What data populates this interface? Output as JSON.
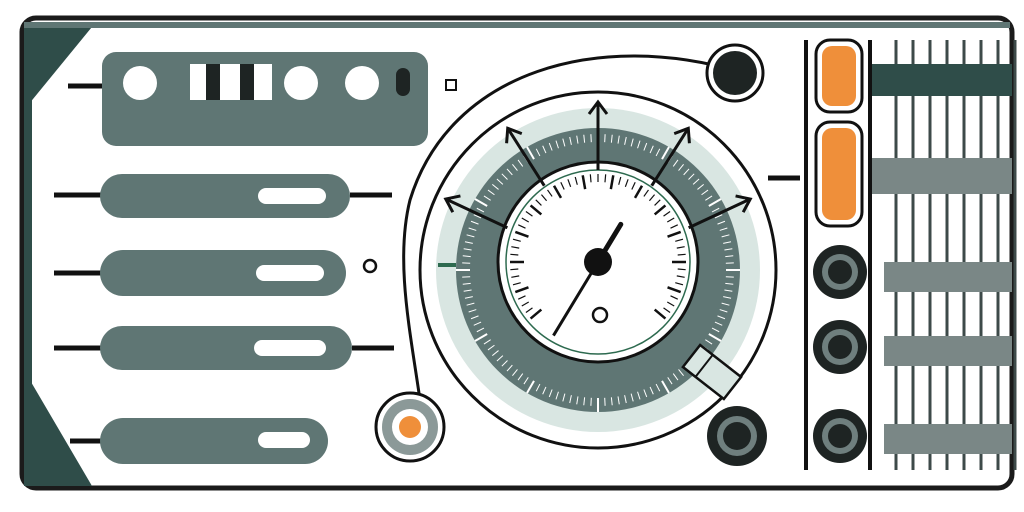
{
  "illustration": {
    "subject": "control-panel-with-pressure-gauge",
    "colors": {
      "panel_slate": "#5f7674",
      "panel_dark_teal": "#2f4d49",
      "frame_outline": "#1b1b1b",
      "gauge_ring_light": "#d9e6e2",
      "gauge_ring_mid": "#a9c1bb",
      "gauge_face": "#ffffff",
      "gauge_needle": "#111111",
      "accent_orange": "#ef8f3a",
      "knob_dark": "#1e2423",
      "knob_ring": "#6f7f7e",
      "bar_grey": "#7a8786",
      "background": "#ffffff"
    },
    "left_panel": {
      "top_module_indicators": 4,
      "slider_rows": 4
    },
    "gauge": {
      "needle_reading_fraction": 0.62,
      "outer_arrow_count": 5
    },
    "right_column": {
      "orange_indicators": 2,
      "round_knobs": 3,
      "vertical_rails": 8,
      "horizontal_bars": 5
    }
  }
}
